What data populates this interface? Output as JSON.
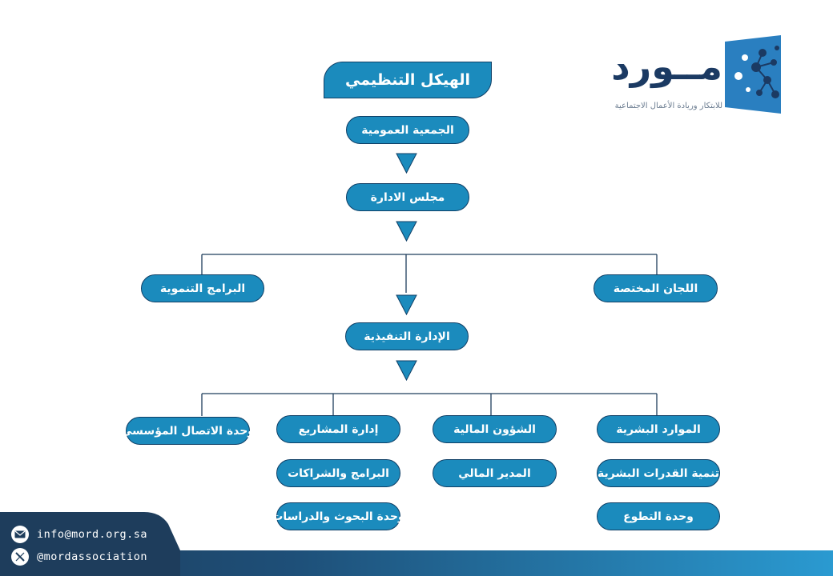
{
  "logo": {
    "name": "مــورد",
    "tagline": "للابتكار وريادة الأعمال الاجتماعية",
    "colors": {
      "navy": "#1b3a63",
      "blue": "#2a7fc0"
    }
  },
  "chart": {
    "title": "الهيكل التنظيمي",
    "general_assembly": "الجمعية العمومية",
    "board": "مجلس الادارة",
    "committees": "اللجان المختصة",
    "dev_programs": "البرامج التنموية",
    "executive": "الإدارة التنفيذية",
    "departments": [
      {
        "label": "الموارد البشرية",
        "children": [
          "تنمية القدرات البشرية",
          "وحدة التطوع"
        ]
      },
      {
        "label": "الشؤون المالية",
        "children": [
          "المدير المالي"
        ]
      },
      {
        "label": "إدارة المشاريع",
        "children": [
          "البرامج والشراكات",
          "وحدة البحوث والدراسات"
        ]
      },
      {
        "label": "وحدة الاتصال المؤسسي",
        "children": []
      }
    ],
    "colors": {
      "node_fill": "#1b8bbd",
      "node_border": "#0f3f66",
      "line": "#1e3d5c"
    }
  },
  "footer": {
    "email": "info@mord.org.sa",
    "social": "@mordassociation",
    "email_icon": "mail-icon",
    "social_icon": "x-icon",
    "colors": {
      "dark": "#1e3d5c",
      "gradient_end": "#2a9ad1"
    }
  }
}
